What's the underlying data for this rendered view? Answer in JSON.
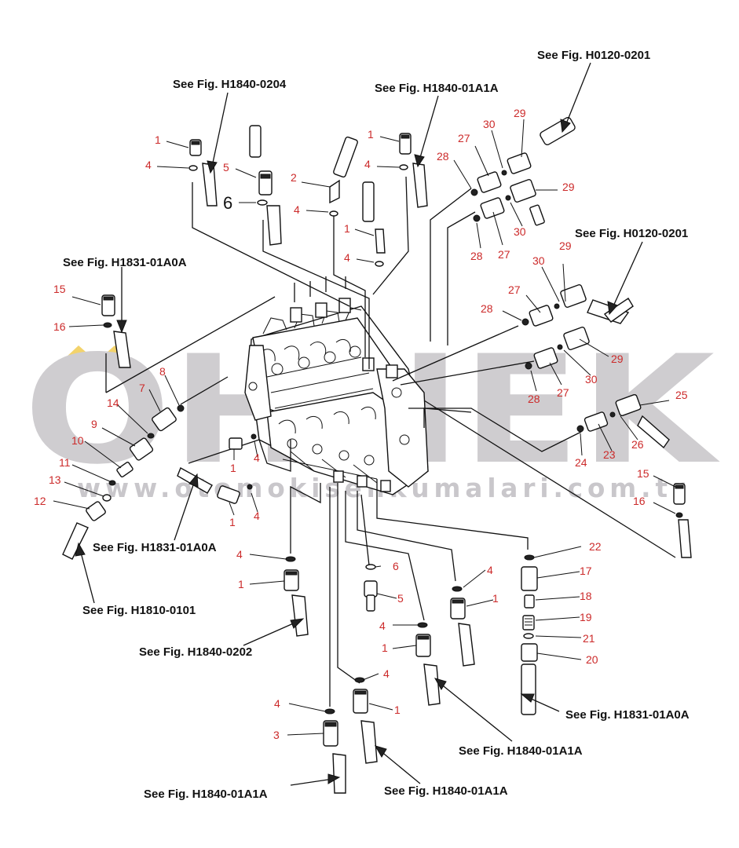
{
  "watermark": {
    "brand": "OHNEK",
    "url": "www.otomokisenkumalari.com.tr",
    "accent_color": "#f3d36b",
    "text_color": "#cfcdd0"
  },
  "references": [
    {
      "id": "ref-h0120-top",
      "text": "See Fig. H0120-0201"
    },
    {
      "id": "ref-h1840-0204",
      "text": "See Fig. H1840-0204"
    },
    {
      "id": "ref-h1840-01a1a-top",
      "text": "See Fig. H1840-01A1A"
    },
    {
      "id": "ref-h0120-mid",
      "text": "See Fig. H0120-0201"
    },
    {
      "id": "ref-h1831-left",
      "text": "See Fig. H1831-01A0A"
    },
    {
      "id": "ref-h1831-center",
      "text": "See Fig. H1831-01A0A"
    },
    {
      "id": "ref-h1810",
      "text": "See Fig. H1810-0101"
    },
    {
      "id": "ref-h1840-0202",
      "text": "See Fig. H1840-0202"
    },
    {
      "id": "ref-h1831-right",
      "text": "See Fig. H1831-01A0A"
    },
    {
      "id": "ref-h1840-01a1a-mid",
      "text": "See Fig. H1840-01A1A"
    },
    {
      "id": "ref-h1840-01a1a-bl",
      "text": "See Fig. H1840-01A1A"
    },
    {
      "id": "ref-h1840-01a1a-br",
      "text": "See Fig. H1840-01A1A"
    }
  ],
  "part_numbers": [
    "1",
    "4",
    "5",
    "6",
    "2",
    "4",
    "1",
    "4",
    "1",
    "4",
    "28",
    "27",
    "30",
    "29",
    "29",
    "30",
    "27",
    "28",
    "30",
    "29",
    "27",
    "28",
    "29",
    "30",
    "27",
    "28",
    "25",
    "26",
    "23",
    "24",
    "15",
    "16",
    "8",
    "7",
    "14",
    "9",
    "10",
    "11",
    "13",
    "12",
    "15",
    "16",
    "1",
    "4",
    "1",
    "4",
    "4",
    "1",
    "6",
    "5",
    "4",
    "1",
    "22",
    "17",
    "18",
    "19",
    "21",
    "20",
    "4",
    "1",
    "4",
    "1",
    "4",
    "3"
  ]
}
